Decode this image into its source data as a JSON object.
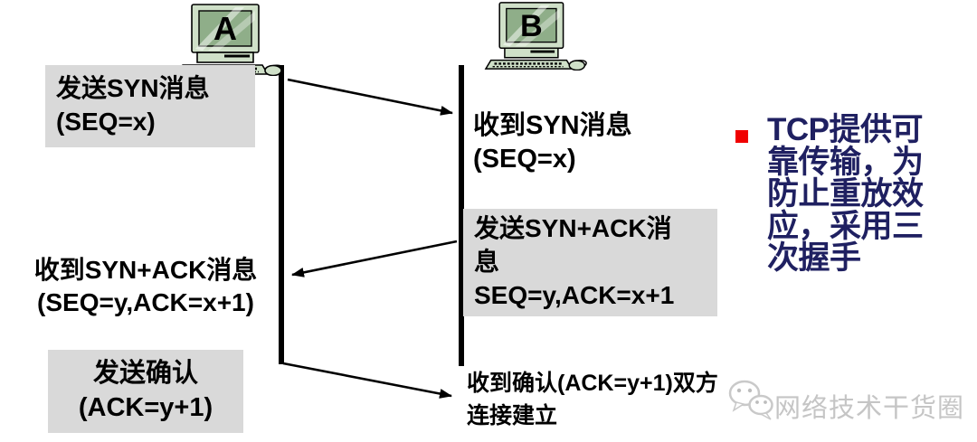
{
  "colors": {
    "background": "#ffffff",
    "event_box_bg": "#d9d9d9",
    "event_text": "#000000",
    "lifeline": "#000000",
    "arrow": "#000000",
    "note_text": "#1f2061",
    "note_bullet": "#f00000",
    "watermark_text": "#c5c5c5",
    "monitor_body": "#cfe0c8",
    "monitor_screen": "#8fae89"
  },
  "icons": {
    "host_a": "desktop-computer-icon",
    "host_b": "desktop-computer-icon",
    "watermark": "wechat-icon"
  },
  "hosts": [
    {
      "label": "A"
    },
    {
      "label": "B"
    }
  ],
  "events": {
    "a_send_syn": {
      "line1": "发送SYN消息",
      "line2": "(SEQ=x)"
    },
    "b_recv_syn": {
      "line1": "收到SYN消息",
      "line2": "(SEQ=x)"
    },
    "b_send_synack": {
      "line1": "发送SYN+ACK消",
      "line2": "息",
      "line3": "SEQ=y,ACK=x+1"
    },
    "a_recv_synack": {
      "line1": "收到SYN+ACK消息",
      "line2": "(SEQ=y,ACK=x+1)"
    },
    "a_send_ack": {
      "line1": "发送确认",
      "line2": "(ACK=y+1)"
    },
    "b_recv_ack": {
      "line1": "收到确认(ACK=y+1)双方",
      "line2": "连接建立"
    }
  },
  "arrows": [
    {
      "name": "syn",
      "direction": "a-to-b"
    },
    {
      "name": "syn-ack",
      "direction": "b-to-a"
    },
    {
      "name": "ack",
      "direction": "a-to-b"
    }
  ],
  "note": {
    "full_text": "TCP提供可靠传输，为防止重放效应，采用三次握手",
    "lines": [
      "TCP提供可",
      "靠传输，为",
      "防止重放效",
      "应，采用三",
      "次握手"
    ]
  },
  "watermark": {
    "text": "网络技术干货圈"
  }
}
